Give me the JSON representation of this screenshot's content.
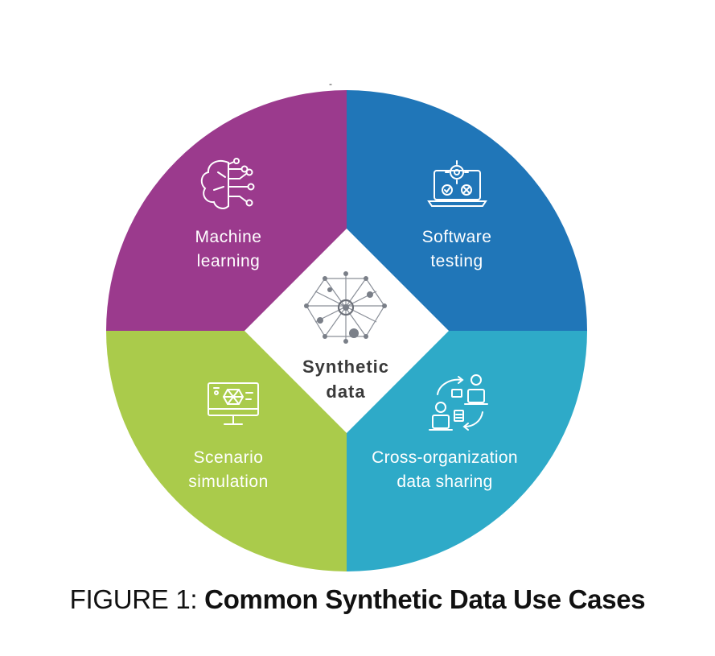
{
  "diagram": {
    "center_label_line1": "Synthetic",
    "center_label_line2": "data",
    "top_mark": "-",
    "quadrants": [
      {
        "key": "top_left",
        "line1": "Machine",
        "line2": "learning",
        "color": "#9b3a8d",
        "icon": "brain-circuit-icon"
      },
      {
        "key": "top_right",
        "line1": "Software",
        "line2": "testing",
        "color": "#2076b8",
        "icon": "laptop-gear-icon"
      },
      {
        "key": "bottom_left",
        "line1": "Scenario",
        "line2": "simulation",
        "color": "#aacb4b",
        "icon": "monitor-network-icon"
      },
      {
        "key": "bottom_right",
        "line1": "Cross-organization",
        "line2": "data sharing",
        "color": "#2eaac8",
        "icon": "users-exchange-icon"
      }
    ],
    "center_icon": "network-node-icon"
  },
  "caption": {
    "prefix": "FIGURE 1: ",
    "title": "Common Synthetic Data Use Cases"
  }
}
